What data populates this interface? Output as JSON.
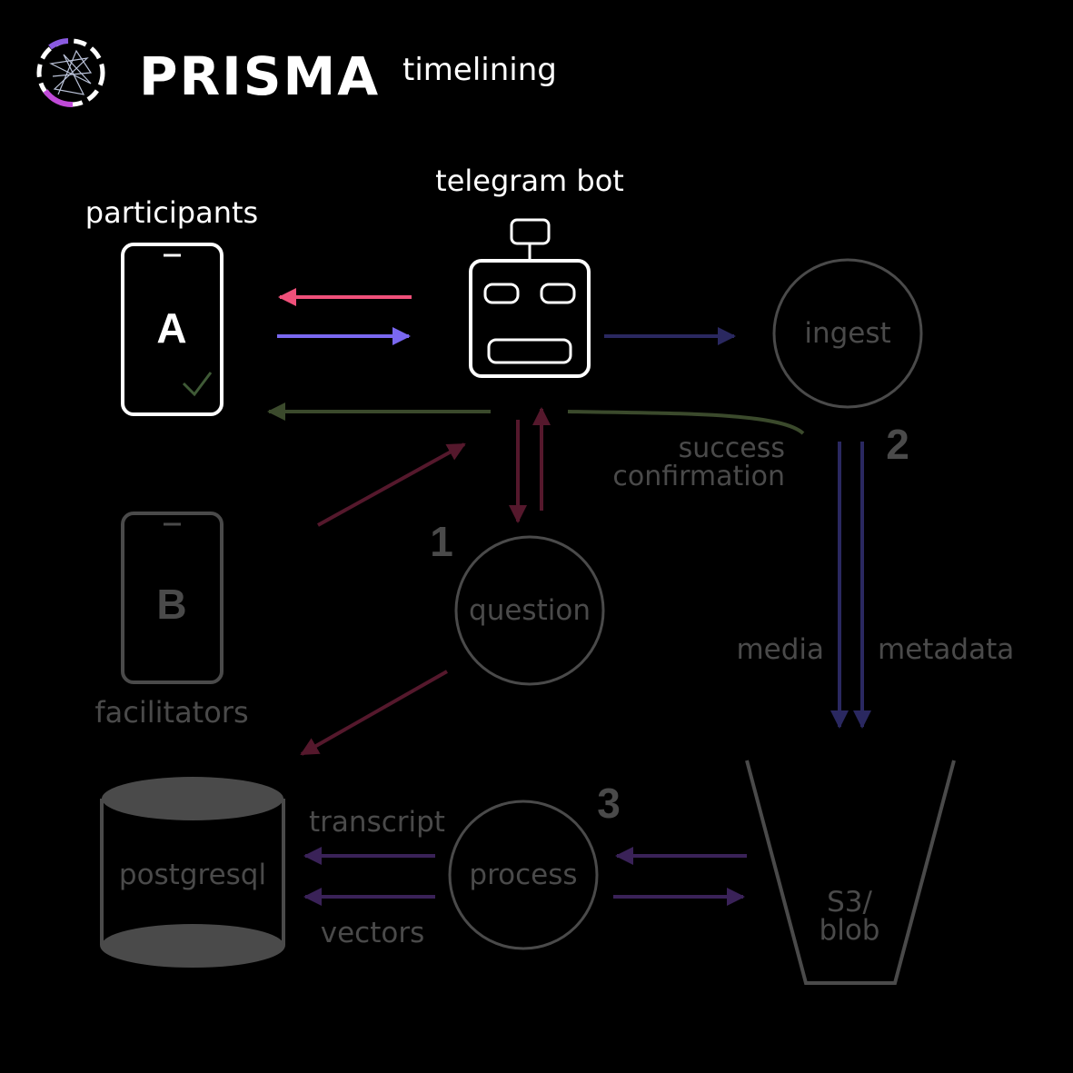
{
  "header": {
    "brand": "PRISMA",
    "subtitle": "timelining"
  },
  "nodes": {
    "participants": {
      "label": "participants",
      "device_letter": "A"
    },
    "facilitators": {
      "label": "facilitators",
      "device_letter": "B"
    },
    "bot": {
      "label": "telegram bot"
    },
    "ingest": {
      "label": "ingest"
    },
    "question": {
      "label": "question"
    },
    "process": {
      "label": "process"
    },
    "db": {
      "label": "postgresql"
    },
    "storage": {
      "label_line1": "S3/",
      "label_line2": "blob"
    }
  },
  "edge_labels": {
    "success_line1": "success",
    "success_line2": "confirmation",
    "media": "media",
    "metadata": "metadata",
    "transcript": "transcript",
    "vectors": "vectors"
  },
  "steps": {
    "one": "1",
    "two": "2",
    "three": "3"
  },
  "colors": {
    "pink": "#f0507a",
    "violet": "#7a68f0",
    "navy": "#2a2860",
    "maroon": "#55182c",
    "olive": "#3b4a2c",
    "purple": "#3a2258",
    "gray": "#4a4a4a",
    "white": "#ffffff",
    "check": "#3f5a36"
  }
}
